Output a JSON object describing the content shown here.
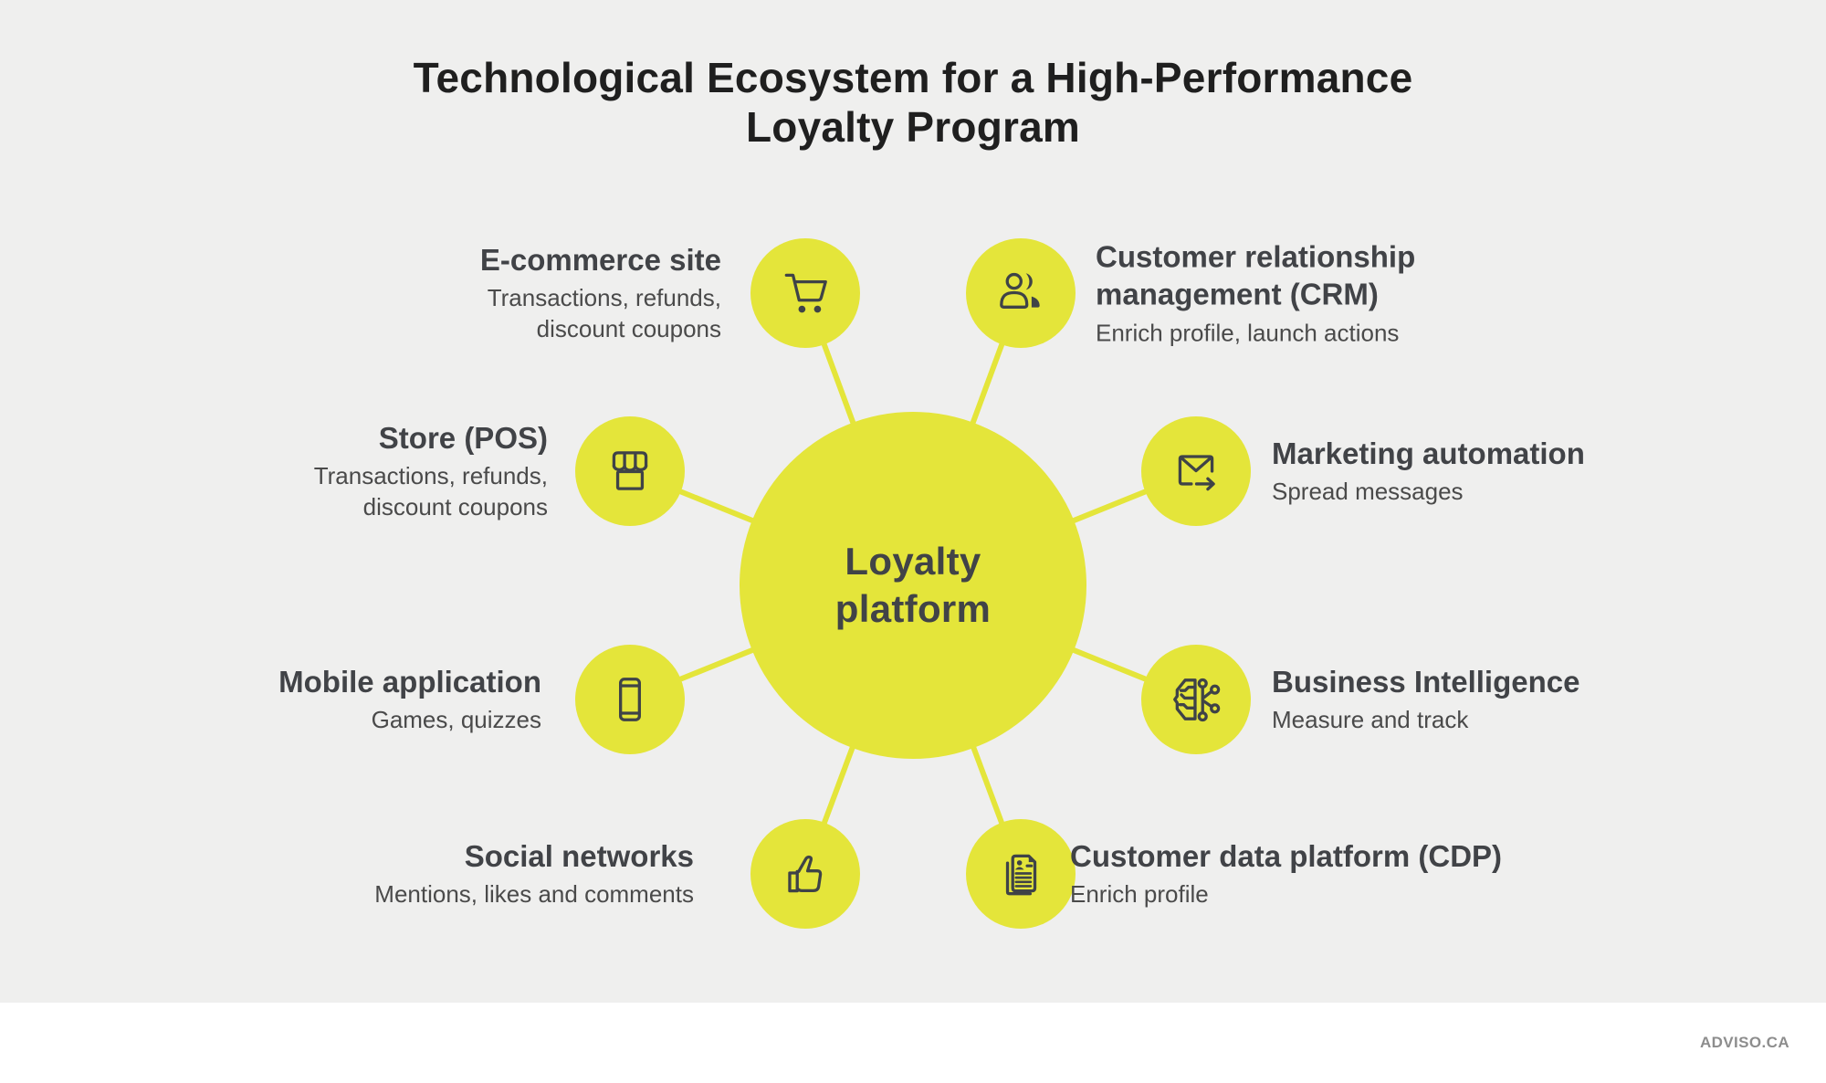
{
  "title": "Technological Ecosystem for a High-Performance\nLoyalty Program",
  "center": {
    "label": "Loyalty\nplatform"
  },
  "nodes": [
    {
      "id": "ecommerce",
      "title": "E-commerce site",
      "subtitle": "Transactions, refunds,\ndiscount coupons",
      "icon": "shopping-cart-icon"
    },
    {
      "id": "crm",
      "title": "Customer relationship\nmanagement (CRM)",
      "subtitle": "Enrich profile, launch actions",
      "icon": "customer-person-icon"
    },
    {
      "id": "store",
      "title": "Store (POS)",
      "subtitle": "Transactions, refunds,\ndiscount coupons",
      "icon": "storefront-icon"
    },
    {
      "id": "marketing",
      "title": "Marketing automation",
      "subtitle": "Spread messages",
      "icon": "envelope-arrow-icon"
    },
    {
      "id": "mobile",
      "title": "Mobile application",
      "subtitle": "Games, quizzes",
      "icon": "smartphone-icon"
    },
    {
      "id": "bi",
      "title": "Business Intelligence",
      "subtitle": "Measure and track",
      "icon": "brain-circuit-icon"
    },
    {
      "id": "social",
      "title": "Social networks",
      "subtitle": "Mentions, likes and comments",
      "icon": "thumbs-up-icon"
    },
    {
      "id": "cdp",
      "title": "Customer data platform (CDP)",
      "subtitle": "Enrich profile",
      "icon": "document-profile-icon"
    }
  ],
  "footer": {
    "brand": "ADVISO.CA"
  },
  "colors": {
    "accent": "#e4e53a",
    "background": "#efefee",
    "heading": "#414347",
    "subtext": "#4a4a4a",
    "title": "#1f1f1f",
    "icon": "#3f4347",
    "footer_text": "#8d8d8d"
  }
}
